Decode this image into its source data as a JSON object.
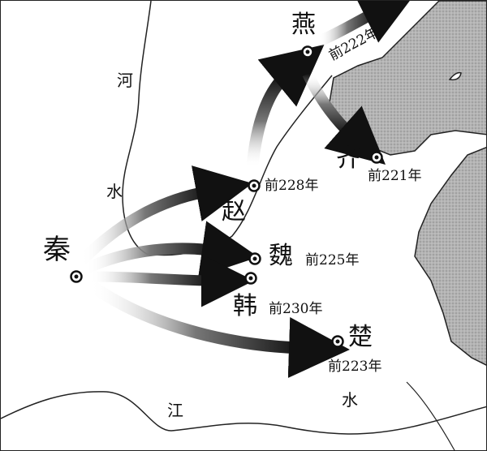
{
  "map": {
    "states": [
      {
        "name": "秦",
        "year": ""
      },
      {
        "name": "韩",
        "year": "前230年"
      },
      {
        "name": "赵",
        "year": "前228年"
      },
      {
        "name": "魏",
        "year": "前225年"
      },
      {
        "name": "楚",
        "year": "前223年"
      },
      {
        "name": "燕",
        "year": "前222年"
      },
      {
        "name": "齐",
        "year": "前221年"
      }
    ],
    "rivers": {
      "yellow_river": [
        "河",
        "水"
      ],
      "yangtze": [
        "江",
        "水"
      ]
    },
    "colors": {
      "sea": "#a9a9a9",
      "arrow": "#1a1a1a",
      "line": "#222222"
    }
  }
}
